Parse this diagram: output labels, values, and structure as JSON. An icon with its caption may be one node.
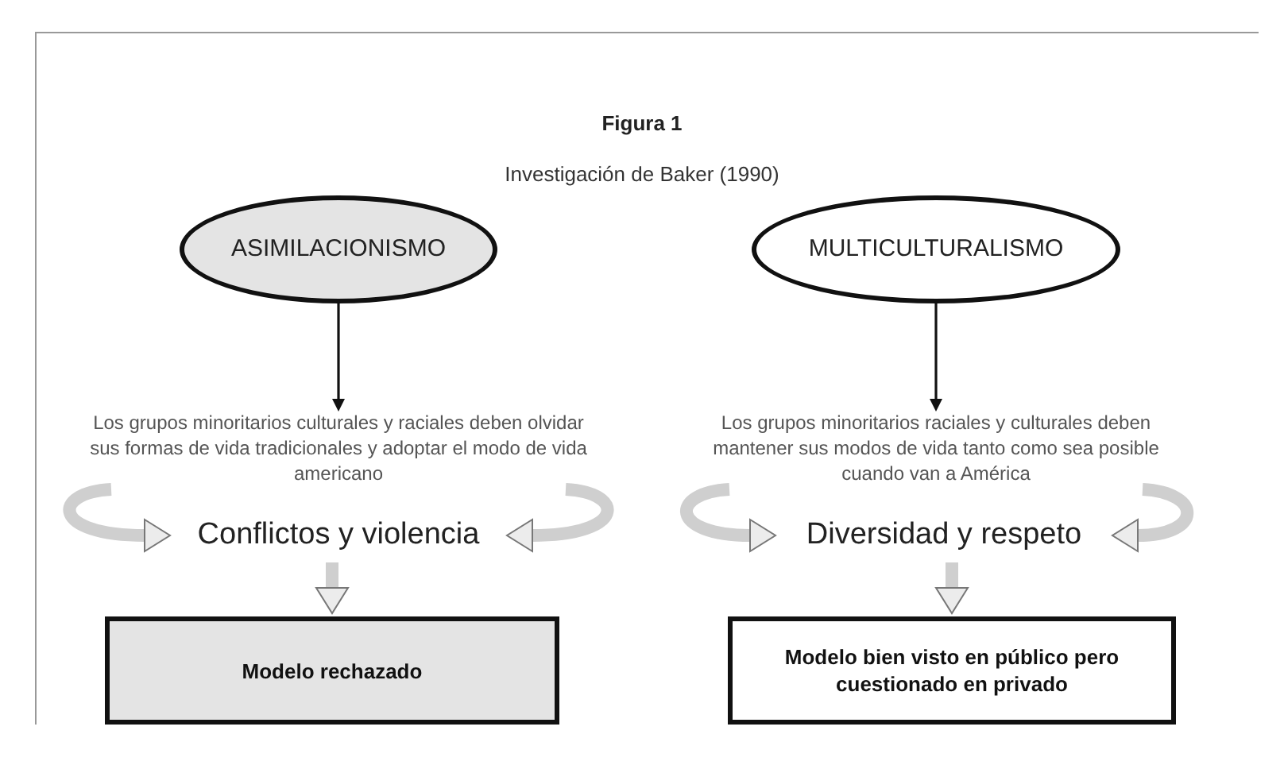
{
  "diagram": {
    "title": "Figura 1",
    "nodes": [
      {
        "text": [
          "ASIMILACIONISMO"
        ]
      },
      {
        "text": [
          "Los grupos minoritarios culturales y raciales deben olvidar sus formas de vida tradicionales y adoptar el modo de vida americano"
        ]
      },
      {
        "text": [
          "Conflictos y violencia"
        ]
      },
      {
        "text": [
          "Modelo rechazado"
        ]
      },
      {
        "text": [
          "MULTICULTURALISMO"
        ]
      },
      {
        "text": [
          "Los grupos minoritarios raciales y culturales deben mantener sus modos de vida tanto como sea posible cuando van a América"
        ]
      },
      {
        "text": [
          "Diversidad y respeto"
        ]
      },
      {
        "text": [
          "Modelo bien visto en público pero cuestionado en privado"
        ]
      }
    ],
    "edges": [
      {
        "from": 0,
        "to": 1,
        "arrow": "to",
        "color": "#111111"
      },
      {
        "from": 1,
        "to": 2,
        "arrow": "to"
      },
      {
        "from": 1,
        "to": 2,
        "arrow": "to"
      },
      {
        "from": 2,
        "to": 3,
        "arrow": "to"
      },
      {
        "from": 4,
        "to": 5,
        "arrow": "to",
        "color": "#111111"
      },
      {
        "from": 5,
        "to": 6,
        "arrow": "to"
      },
      {
        "from": 5,
        "to": 6,
        "arrow": "to"
      },
      {
        "from": 6,
        "to": 7,
        "arrow": "to"
      }
    ],
    "labels": [
      "Investigación de Baker (1990)"
    ]
  }
}
